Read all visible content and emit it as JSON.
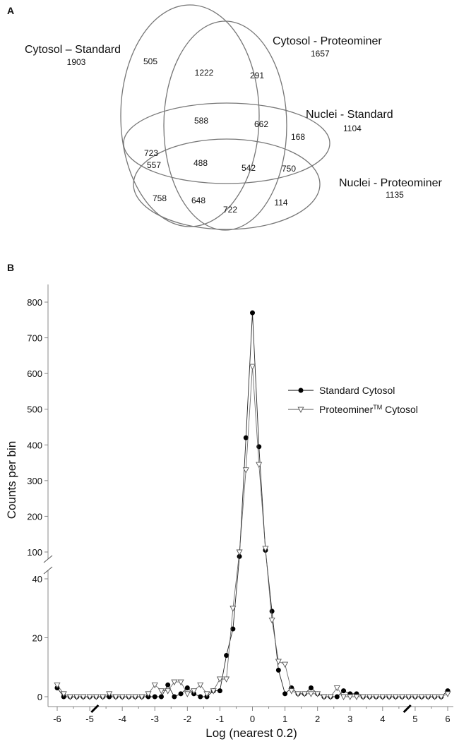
{
  "panel_a": {
    "letter": "A",
    "set_names": {
      "cytosol_standard": "Cytosol – Standard",
      "cytosol_proteominer": "Cytosol - Proteominer",
      "nuclei_standard": "Nuclei - Standard",
      "nuclei_proteominer": "Nuclei - Proteominer"
    },
    "set_totals": {
      "cytosol_standard": "1903",
      "cytosol_proteominer": "1657",
      "nuclei_standard": "1104",
      "nuclei_proteominer": "1135"
    },
    "region_counts": {
      "cs_only": "505",
      "cs_cp": "1222",
      "cp_only": "291",
      "cs_cp_ns": "588",
      "cp_ns": "662",
      "ns_only": "168",
      "cs_ns": "723",
      "cs_ns_np": "557",
      "all_four": "488",
      "cp_ns_np": "542",
      "ns_np": "750",
      "cs_np": "758",
      "cs_cp_np": "648",
      "cp_np": "722",
      "np_only": "114"
    }
  },
  "panel_b": {
    "letter": "B"
  },
  "chart_data": [
    {
      "type": "venn",
      "sets": [
        "Cytosol – Standard",
        "Cytosol - Proteominer",
        "Nuclei - Standard",
        "Nuclei - Proteominer"
      ],
      "set_totals": [
        1903,
        1657,
        1104,
        1135
      ],
      "regions": [
        {
          "sets": [
            "Cytosol – Standard"
          ],
          "value": 505
        },
        {
          "sets": [
            "Cytosol – Standard",
            "Cytosol - Proteominer"
          ],
          "value": 1222
        },
        {
          "sets": [
            "Cytosol - Proteominer"
          ],
          "value": 291
        },
        {
          "sets": [
            "Cytosol – Standard",
            "Cytosol - Proteominer",
            "Nuclei - Standard"
          ],
          "value": 588
        },
        {
          "sets": [
            "Cytosol - Proteominer",
            "Nuclei - Standard"
          ],
          "value": 662
        },
        {
          "sets": [
            "Nuclei - Standard"
          ],
          "value": 168
        },
        {
          "sets": [
            "Cytosol – Standard",
            "Nuclei - Standard"
          ],
          "value": 723
        },
        {
          "sets": [
            "Cytosol – Standard",
            "Nuclei - Standard",
            "Nuclei - Proteominer"
          ],
          "value": 557
        },
        {
          "sets": [
            "Cytosol – Standard",
            "Cytosol - Proteominer",
            "Nuclei - Standard",
            "Nuclei - Proteominer"
          ],
          "value": 488
        },
        {
          "sets": [
            "Cytosol - Proteominer",
            "Nuclei - Standard",
            "Nuclei - Proteominer"
          ],
          "value": 542
        },
        {
          "sets": [
            "Nuclei - Standard",
            "Nuclei - Proteominer"
          ],
          "value": 750
        },
        {
          "sets": [
            "Cytosol – Standard",
            "Nuclei - Proteominer"
          ],
          "value": 758
        },
        {
          "sets": [
            "Cytosol – Standard",
            "Cytosol - Proteominer",
            "Nuclei - Proteominer"
          ],
          "value": 648
        },
        {
          "sets": [
            "Cytosol - Proteominer",
            "Nuclei - Proteominer"
          ],
          "value": 722
        },
        {
          "sets": [
            "Nuclei - Proteominer"
          ],
          "value": 114
        }
      ]
    },
    {
      "type": "line",
      "xlabel": "Log  (nearest 0.2)",
      "ylabel": "Counts per bin",
      "xlim": [
        -6,
        6
      ],
      "x_ticks": [
        -6,
        -5,
        -4,
        -3,
        -2,
        -1,
        0,
        1,
        2,
        3,
        4,
        5,
        6
      ],
      "y_axis_break": true,
      "y_segments": [
        {
          "range": [
            0,
            40
          ],
          "ticks": [
            0,
            20,
            40
          ]
        },
        {
          "range": [
            100,
            800
          ],
          "ticks": [
            100,
            200,
            300,
            400,
            500,
            600,
            700,
            800
          ]
        }
      ],
      "x_axis_breaks": [
        -4.8,
        4.8
      ],
      "legend_position": "right",
      "grid": false,
      "series": [
        {
          "name": "Standard Cytosol",
          "marker": "filled-circle",
          "color": "#000000",
          "points": [
            [
              -6,
              3
            ],
            [
              -5.8,
              0
            ],
            [
              -5.6,
              0
            ],
            [
              -5.4,
              0
            ],
            [
              -5.2,
              0
            ],
            [
              -5,
              0
            ],
            [
              -4.8,
              0
            ],
            [
              -4.6,
              0
            ],
            [
              -4.4,
              0
            ],
            [
              -4.2,
              0
            ],
            [
              -4,
              0
            ],
            [
              -3.8,
              0
            ],
            [
              -3.6,
              0
            ],
            [
              -3.4,
              0
            ],
            [
              -3.2,
              0
            ],
            [
              -3,
              0
            ],
            [
              -2.8,
              0
            ],
            [
              -2.6,
              4
            ],
            [
              -2.4,
              0
            ],
            [
              -2.2,
              1
            ],
            [
              -2,
              3
            ],
            [
              -1.8,
              1
            ],
            [
              -1.6,
              0
            ],
            [
              -1.4,
              0
            ],
            [
              -1.2,
              2
            ],
            [
              -1,
              2
            ],
            [
              -0.8,
              14
            ],
            [
              -0.6,
              23
            ],
            [
              -0.4,
              90
            ],
            [
              -0.2,
              420
            ],
            [
              0,
              770
            ],
            [
              0.2,
              395
            ],
            [
              0.4,
              105
            ],
            [
              0.6,
              29
            ],
            [
              0.8,
              9
            ],
            [
              1,
              1
            ],
            [
              1.2,
              3
            ],
            [
              1.4,
              1
            ],
            [
              1.6,
              1
            ],
            [
              1.8,
              3
            ],
            [
              2,
              1
            ],
            [
              2.2,
              0
            ],
            [
              2.4,
              0
            ],
            [
              2.6,
              0
            ],
            [
              2.8,
              2
            ],
            [
              3,
              1
            ],
            [
              3.2,
              1
            ],
            [
              3.4,
              0
            ],
            [
              3.6,
              0
            ],
            [
              3.8,
              0
            ],
            [
              4,
              0
            ],
            [
              4.2,
              0
            ],
            [
              4.4,
              0
            ],
            [
              4.6,
              0
            ],
            [
              4.8,
              0
            ],
            [
              5,
              0
            ],
            [
              5.2,
              0
            ],
            [
              5.4,
              0
            ],
            [
              5.6,
              0
            ],
            [
              5.8,
              0
            ],
            [
              6,
              2
            ]
          ]
        },
        {
          "name": "Proteominer™ Cytosol",
          "marker": "open-triangle-down",
          "color": "#555555",
          "points": [
            [
              -6,
              4
            ],
            [
              -5.8,
              1
            ],
            [
              -5.6,
              0
            ],
            [
              -5.4,
              0
            ],
            [
              -5.2,
              0
            ],
            [
              -5,
              0
            ],
            [
              -4.8,
              0
            ],
            [
              -4.6,
              0
            ],
            [
              -4.4,
              1
            ],
            [
              -4.2,
              0
            ],
            [
              -4,
              0
            ],
            [
              -3.8,
              0
            ],
            [
              -3.6,
              0
            ],
            [
              -3.4,
              0
            ],
            [
              -3.2,
              1
            ],
            [
              -3,
              4
            ],
            [
              -2.8,
              2
            ],
            [
              -2.6,
              2
            ],
            [
              -2.4,
              5
            ],
            [
              -2.2,
              5
            ],
            [
              -2,
              1
            ],
            [
              -1.8,
              2
            ],
            [
              -1.6,
              4
            ],
            [
              -1.4,
              1
            ],
            [
              -1.2,
              2
            ],
            [
              -1,
              6
            ],
            [
              -0.8,
              6
            ],
            [
              -0.6,
              30
            ],
            [
              -0.4,
              100
            ],
            [
              -0.2,
              330
            ],
            [
              0,
              620
            ],
            [
              0.2,
              345
            ],
            [
              0.4,
              110
            ],
            [
              0.6,
              26
            ],
            [
              0.8,
              12
            ],
            [
              1,
              11
            ],
            [
              1.2,
              2
            ],
            [
              1.4,
              1
            ],
            [
              1.6,
              1
            ],
            [
              1.8,
              1
            ],
            [
              2,
              1
            ],
            [
              2.2,
              0
            ],
            [
              2.4,
              0
            ],
            [
              2.6,
              3
            ],
            [
              2.8,
              0
            ],
            [
              3,
              0
            ],
            [
              3.2,
              0
            ],
            [
              3.4,
              0
            ],
            [
              3.6,
              0
            ],
            [
              3.8,
              0
            ],
            [
              4,
              0
            ],
            [
              4.2,
              0
            ],
            [
              4.4,
              0
            ],
            [
              4.6,
              0
            ],
            [
              4.8,
              0
            ],
            [
              5,
              0
            ],
            [
              5.2,
              0
            ],
            [
              5.4,
              0
            ],
            [
              5.6,
              0
            ],
            [
              5.8,
              0
            ],
            [
              6,
              1
            ]
          ]
        }
      ]
    }
  ]
}
